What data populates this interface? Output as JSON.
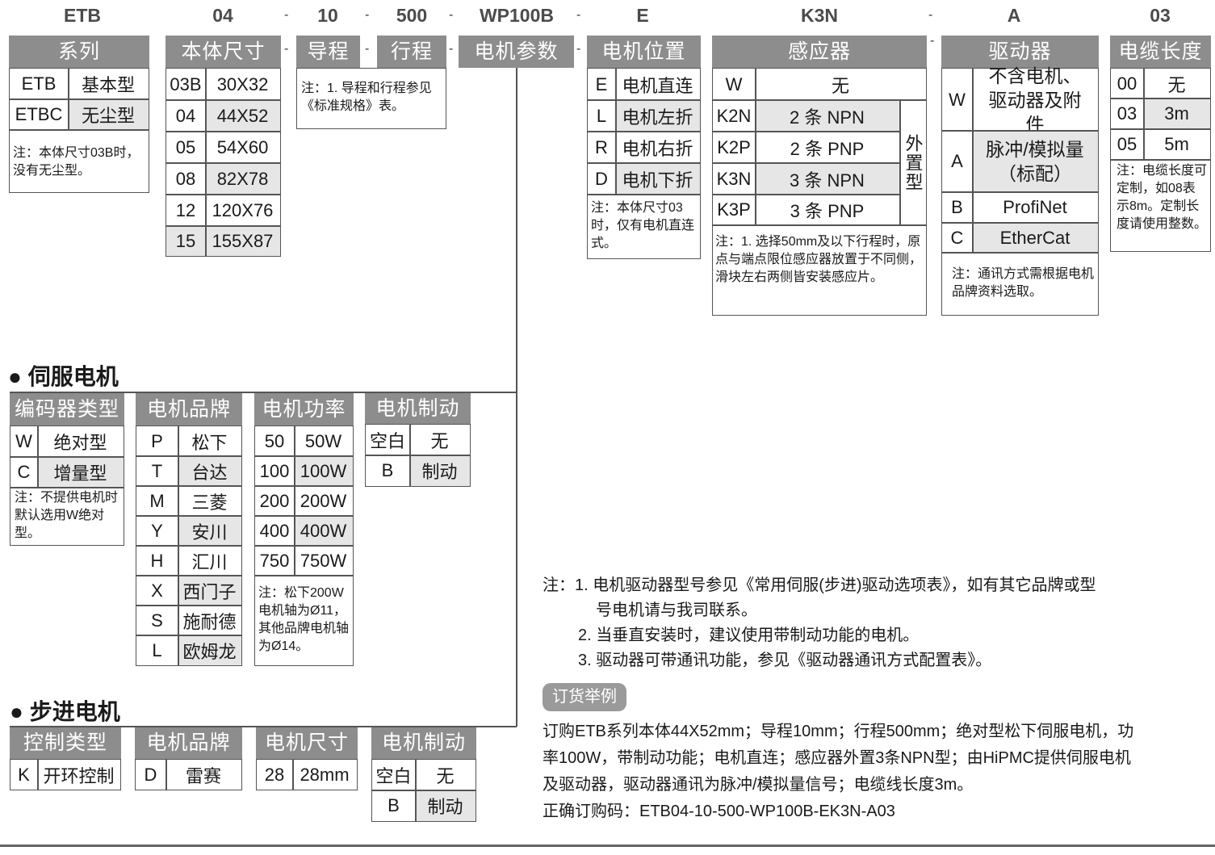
{
  "codes": {
    "etb": "ETB",
    "size": "04",
    "lead": "10",
    "stroke": "500",
    "motor": "WP100B",
    "pos": "E",
    "sensor": "K3N",
    "driver": "A",
    "cable": "03",
    "dash": "-"
  },
  "series": {
    "title": "系列",
    "rows": [
      [
        "ETB",
        "基本型"
      ],
      [
        "ETBC",
        "无尘型"
      ]
    ],
    "note": "注：本体尺寸03B时，没有无尘型。"
  },
  "body_size": {
    "title": "本体尺寸",
    "rows": [
      [
        "03B",
        "30X32"
      ],
      [
        "04",
        "44X52"
      ],
      [
        "05",
        "54X60"
      ],
      [
        "08",
        "82X78"
      ],
      [
        "12",
        "120X76"
      ],
      [
        "15",
        "155X87"
      ]
    ]
  },
  "lead": {
    "title": "导程"
  },
  "stroke": {
    "title": "行程",
    "note": "注：1. 导程和行程参见《标准规格》表。"
  },
  "motor_params": {
    "title": "电机参数"
  },
  "motor_pos": {
    "title": "电机位置",
    "rows": [
      [
        "E",
        "电机直连"
      ],
      [
        "L",
        "电机左折"
      ],
      [
        "R",
        "电机右折"
      ],
      [
        "D",
        "电机下折"
      ]
    ],
    "note": "注：本体尺寸03时，仅有电机直连式。"
  },
  "sensor": {
    "title": "感应器",
    "none": [
      "W",
      "无"
    ],
    "rows": [
      [
        "K2N",
        "2 条 NPN"
      ],
      [
        "K2P",
        "2 条 PNP"
      ],
      [
        "K3N",
        "3 条 NPN"
      ],
      [
        "K3P",
        "3 条 PNP"
      ]
    ],
    "ext": "外置型",
    "note": "注：1. 选择50mm及以下行程时，原点与端点限位感应器放置于不同侧，滑块左右两侧皆安装感应片。"
  },
  "driver": {
    "title": "驱动器",
    "rows": [
      [
        "W",
        "不含电机、驱动器及附件"
      ],
      [
        "A",
        "脉冲/模拟量（标配）"
      ],
      [
        "B",
        "ProfiNet"
      ],
      [
        "C",
        "EtherCat"
      ]
    ],
    "note": "注：通讯方式需根据电机品牌资料选取。"
  },
  "cable": {
    "title": "电缆长度",
    "rows": [
      [
        "00",
        "无"
      ],
      [
        "03",
        "3m"
      ],
      [
        "05",
        "5m"
      ]
    ],
    "note": "注：电缆长度可定制，如08表示8m。定制长度请使用整数。"
  },
  "servo": {
    "heading": "伺服电机",
    "encoder": {
      "title": "编码器类型",
      "rows": [
        [
          "W",
          "绝对型"
        ],
        [
          "C",
          "增量型"
        ]
      ],
      "note": "注：不提供电机时默认选用W绝对型。"
    },
    "brand": {
      "title": "电机品牌",
      "rows": [
        [
          "P",
          "松下"
        ],
        [
          "T",
          "台达"
        ],
        [
          "M",
          "三菱"
        ],
        [
          "Y",
          "安川"
        ],
        [
          "H",
          "汇川"
        ],
        [
          "X",
          "西门子"
        ],
        [
          "S",
          "施耐德"
        ],
        [
          "L",
          "欧姆龙"
        ]
      ]
    },
    "power": {
      "title": "电机功率",
      "rows": [
        [
          "50",
          "50W"
        ],
        [
          "100",
          "100W"
        ],
        [
          "200",
          "200W"
        ],
        [
          "400",
          "400W"
        ],
        [
          "750",
          "750W"
        ]
      ],
      "note": "注：松下200W电机轴为Ø11，其他品牌电机轴为Ø14。"
    },
    "brake": {
      "title": "电机制动",
      "rows": [
        [
          "空白",
          "无"
        ],
        [
          "B",
          "制动"
        ]
      ]
    }
  },
  "stepper": {
    "heading": "步进电机",
    "control": {
      "title": "控制类型",
      "rows": [
        [
          "K",
          "开环控制"
        ]
      ]
    },
    "brand": {
      "title": "电机品牌",
      "rows": [
        [
          "D",
          "雷赛"
        ]
      ]
    },
    "size": {
      "title": "电机尺寸",
      "rows": [
        [
          "28",
          "28mm"
        ]
      ]
    },
    "brake": {
      "title": "电机制动",
      "rows": [
        [
          "空白",
          "无"
        ],
        [
          "B",
          "制动"
        ]
      ]
    }
  },
  "notes": {
    "prefix": "注：",
    "items": [
      "1. 电机驱动器型号参见《常用伺服(步进)驱动选项表》，如有其它品牌或型",
      "号电机请与我司联系。",
      "2. 当垂直安装时，建议使用带制动功能的电机。",
      "3. 驱动器可带通讯功能，参见《驱动器通讯方式配置表》。"
    ]
  },
  "example": {
    "badge": "订货举例",
    "lines": [
      "订购ETB系列本体44X52mm；导程10mm；行程500mm；绝对型松下伺服电机，功",
      "率100W，带制动功能；电机直连；感应器外置3条NPN型；由HiPMC提供伺服电机",
      "及驱动器，驱动器通讯为脉冲/模拟量信号；电缆线长度3m。",
      "正确订购码：ETB04-10-500-WP100B-EK3N-A03"
    ]
  },
  "colors": {
    "header": "#8d8d8d",
    "shade": "#e6e6e6",
    "border": "#555555"
  }
}
